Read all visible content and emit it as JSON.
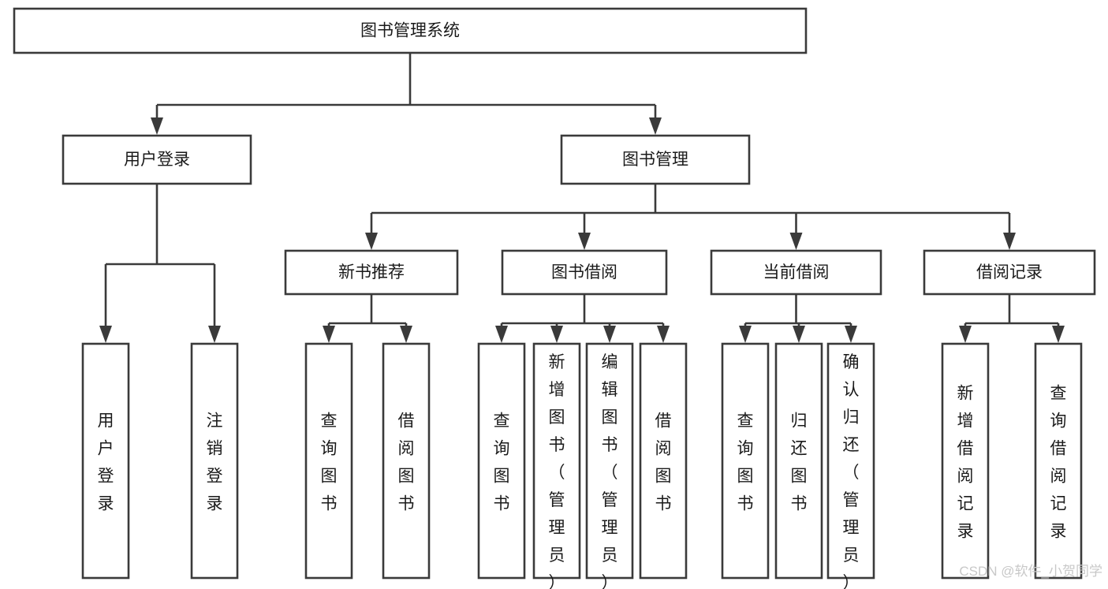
{
  "diagram": {
    "title": "图书管理系统",
    "type": "hierarchy-tree",
    "orientation": "top-down",
    "colors": {
      "background": "#ffffff",
      "box_stroke": "#3a3a3a",
      "box_fill": "#ffffff",
      "text": "#1a1a1a",
      "watermark": "#c8c8c8"
    },
    "levels": [
      {
        "level": 1,
        "nodes": [
          {
            "id": "root",
            "label": "图书管理系统",
            "orientation": "horizontal"
          }
        ]
      },
      {
        "level": 2,
        "nodes": [
          {
            "id": "user-login",
            "label": "用户登录",
            "orientation": "horizontal",
            "parent": "root"
          },
          {
            "id": "book-manage",
            "label": "图书管理",
            "orientation": "horizontal",
            "parent": "root"
          }
        ]
      },
      {
        "level": 3,
        "nodes": [
          {
            "id": "new-book-rec",
            "label": "新书推荐",
            "orientation": "horizontal",
            "parent": "book-manage"
          },
          {
            "id": "book-borrow",
            "label": "图书借阅",
            "orientation": "horizontal",
            "parent": "book-manage"
          },
          {
            "id": "current-borrow",
            "label": "当前借阅",
            "orientation": "horizontal",
            "parent": "book-manage"
          },
          {
            "id": "borrow-record",
            "label": "借阅记录",
            "orientation": "horizontal",
            "parent": "book-manage"
          }
        ]
      },
      {
        "level": 4,
        "nodes": [
          {
            "id": "leaf-user-login",
            "label": "用户登录",
            "orientation": "vertical",
            "parent": "user-login"
          },
          {
            "id": "leaf-logout",
            "label": "注销登录",
            "orientation": "vertical",
            "parent": "user-login"
          },
          {
            "id": "leaf-query-book-1",
            "label": "查询图书",
            "orientation": "vertical",
            "parent": "new-book-rec"
          },
          {
            "id": "leaf-borrow-book-1",
            "label": "借阅图书",
            "orientation": "vertical",
            "parent": "new-book-rec"
          },
          {
            "id": "leaf-query-book-2",
            "label": "查询图书",
            "orientation": "vertical",
            "parent": "book-borrow"
          },
          {
            "id": "leaf-add-book",
            "label": "新增图书（管理员）",
            "orientation": "vertical",
            "parent": "book-borrow"
          },
          {
            "id": "leaf-edit-book",
            "label": "编辑图书（管理员）",
            "orientation": "vertical",
            "parent": "book-borrow"
          },
          {
            "id": "leaf-borrow-book-2",
            "label": "借阅图书",
            "orientation": "vertical",
            "parent": "book-borrow"
          },
          {
            "id": "leaf-query-book-3",
            "label": "查询图书",
            "orientation": "vertical",
            "parent": "current-borrow"
          },
          {
            "id": "leaf-return-book",
            "label": "归还图书",
            "orientation": "vertical",
            "parent": "current-borrow"
          },
          {
            "id": "leaf-confirm-return",
            "label": "确认归还（管理员）",
            "orientation": "vertical",
            "parent": "current-borrow"
          },
          {
            "id": "leaf-add-record",
            "label": "新增借阅记录",
            "orientation": "vertical",
            "parent": "borrow-record"
          },
          {
            "id": "leaf-query-record",
            "label": "查询借阅记录",
            "orientation": "vertical",
            "parent": "borrow-record"
          }
        ]
      }
    ]
  },
  "watermark": {
    "text": "CSDN @软件_小贺同学"
  }
}
